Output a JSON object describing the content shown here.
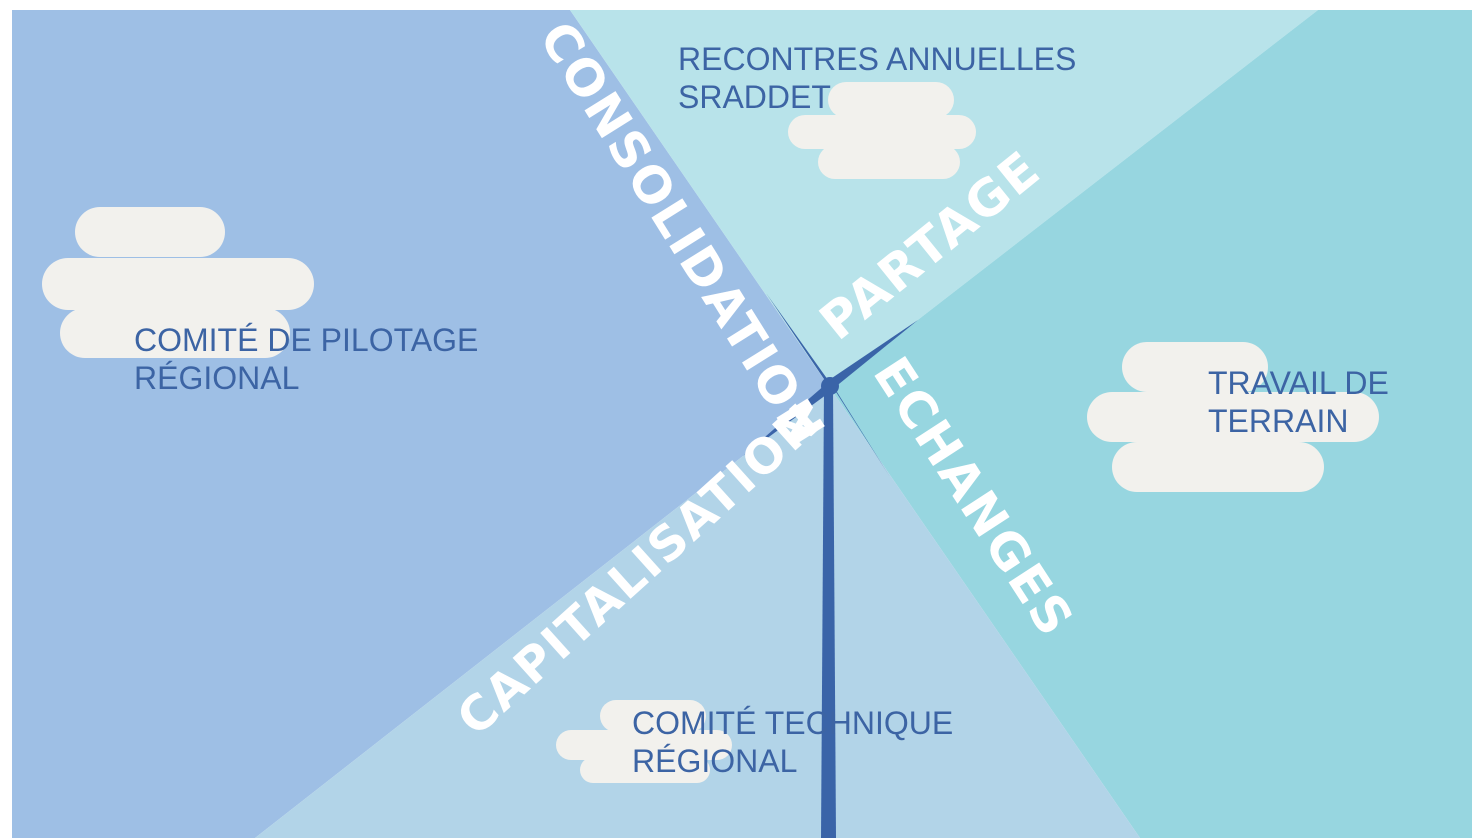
{
  "colors": {
    "frame": "#ffffff",
    "sector_left": "#9ebfe5",
    "sector_top": "#b8e3ea",
    "sector_right": "#97d6e0",
    "sector_bottom": "#b2d4e8",
    "cloud": "#f2f1ed",
    "turbine": "#3a64a8",
    "caption_text": "#3c64a4",
    "sector_text": "#ffffff"
  },
  "sectors": {
    "consolidation": "CONSOLIDATION",
    "partage": "PARTAGE",
    "echanges": "ECHANGES",
    "capitalisation": "CAPITALISATION"
  },
  "captions": {
    "rencontres": {
      "line1": "RECONTRES ANNUELLES",
      "line2": "SRADDET"
    },
    "pilotage": {
      "line1": "COMITÉ DE PILOTAGE",
      "line2": "RÉGIONAL"
    },
    "terrain": {
      "line1": "TRAVAIL DE",
      "line2": "TERRAIN"
    },
    "technique": {
      "line1": "COMITÉ TECHNIQUE",
      "line2": "RÉGIONAL"
    }
  }
}
